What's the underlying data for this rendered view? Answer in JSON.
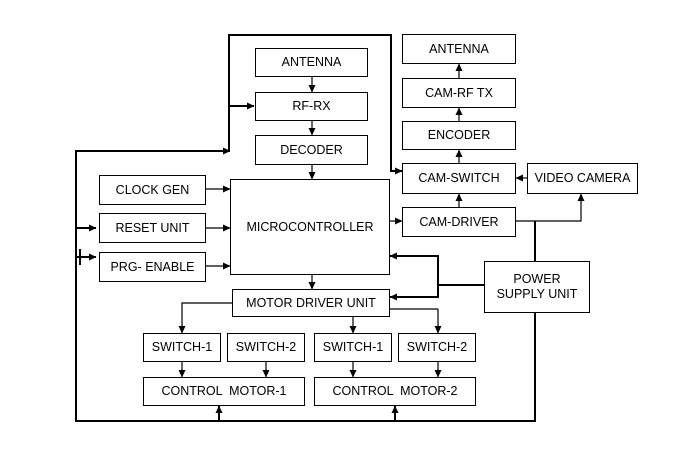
{
  "blocks": {
    "antenna_rx": "ANTENNA",
    "rf_rx": "RF-RX",
    "decoder": "DECODER",
    "antenna_tx": "ANTENNA",
    "cam_rf_tx": "CAM-RF TX",
    "encoder": "ENCODER",
    "cam_switch": "CAM-SWITCH",
    "video_camera": "VIDEO CAMERA",
    "cam_driver": "CAM-DRIVER",
    "clock_gen": "CLOCK GEN",
    "reset_unit": "RESET UNIT",
    "prg_enable": "PRG- ENABLE",
    "microcontroller": "MICROCONTROLLER",
    "power_supply_unit": "POWER SUPPLY UNIT",
    "motor_driver_unit": "MOTOR DRIVER UNIT",
    "switch_1a": "SWITCH-1",
    "switch_2a": "SWITCH-2",
    "switch_1b": "SWITCH-1",
    "switch_2b": "SWITCH-2",
    "control_motor_1": "CONTROL  MOTOR-1",
    "control_motor_2": "CONTROL  MOTOR-2"
  },
  "colors": {
    "line": "#000000",
    "background": "#ffffff"
  }
}
